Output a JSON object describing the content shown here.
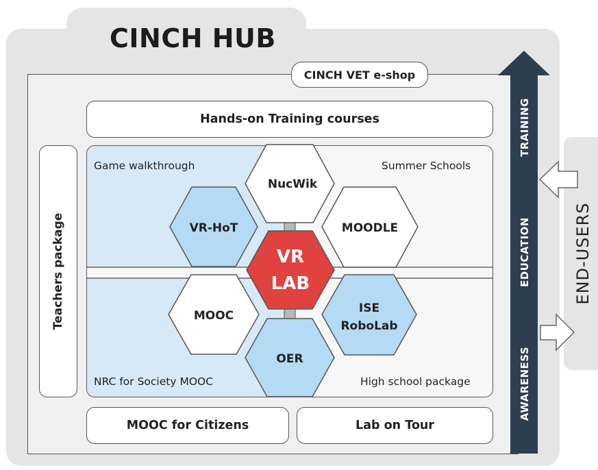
{
  "hub": {
    "title": "CINCH HUB",
    "eshop_label": "CINCH VET e-shop"
  },
  "top_bar": {
    "label": "Hands-on Training courses"
  },
  "left_bar": {
    "label": "Teachers package"
  },
  "bottom_bars": {
    "left": "MOOC for Citizens",
    "right": "Lab on Tour"
  },
  "corners": {
    "top_left": "Game walkthrough",
    "top_right": "Summer Schools",
    "bottom_left": "NRC for Society MOOC",
    "bottom_right": "High school package"
  },
  "hexagons": {
    "center_line1": "VR",
    "center_line2": "LAB",
    "top": "NucWik",
    "upper_left": "VR-HoT",
    "upper_right": "MOODLE",
    "lower_left": "MOOC",
    "lower_right_line1": "ISE",
    "lower_right_line2": "RoboLab",
    "bottom": "OER"
  },
  "arrow": {
    "labels": [
      "TRAINING",
      "EDUCATION",
      "AWARENESS"
    ]
  },
  "end_users": {
    "label": "END-USERS"
  },
  "colors": {
    "panel_gray": "#e5e5e5",
    "light_blue": "#d7e9f6",
    "hex_blue": "#b5daf3",
    "hex_red": "#e0423f",
    "arrow_navy": "#2d3e50"
  }
}
